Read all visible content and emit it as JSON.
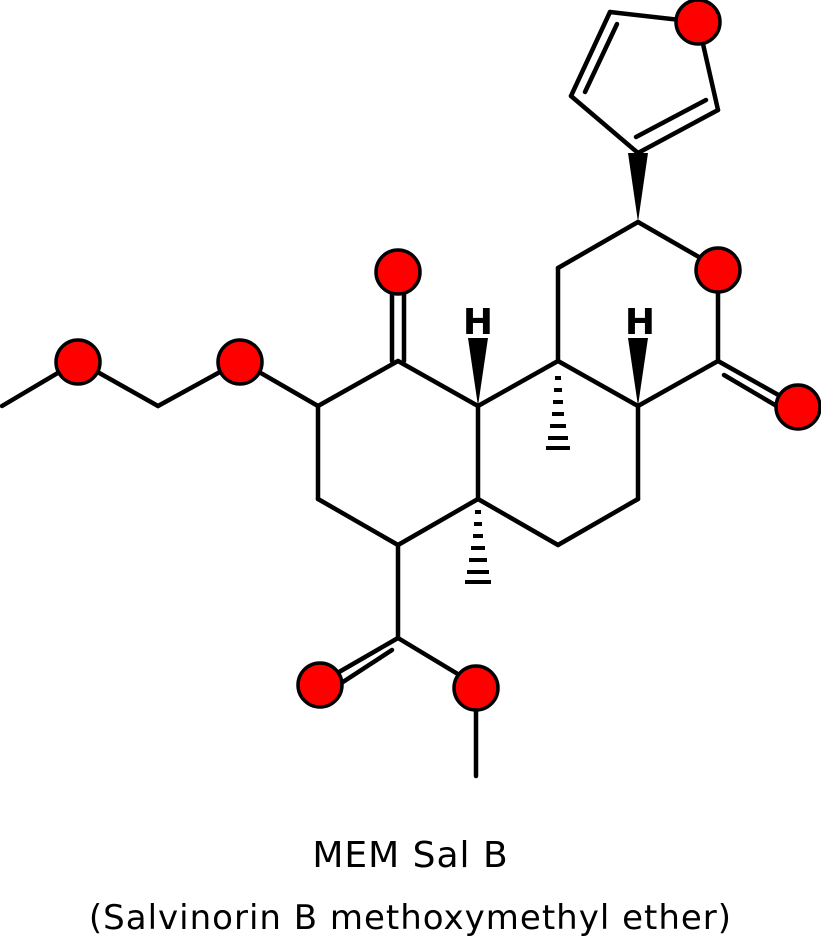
{
  "molecule": {
    "name": "MEM Sal B",
    "full_name": "(Salvinorin B methoxymethyl ether)",
    "hydrogen_label": "H",
    "bond_color": "#000000",
    "oxygen_color": "#ff0000",
    "oxygen_outline_color": "#000000"
  }
}
